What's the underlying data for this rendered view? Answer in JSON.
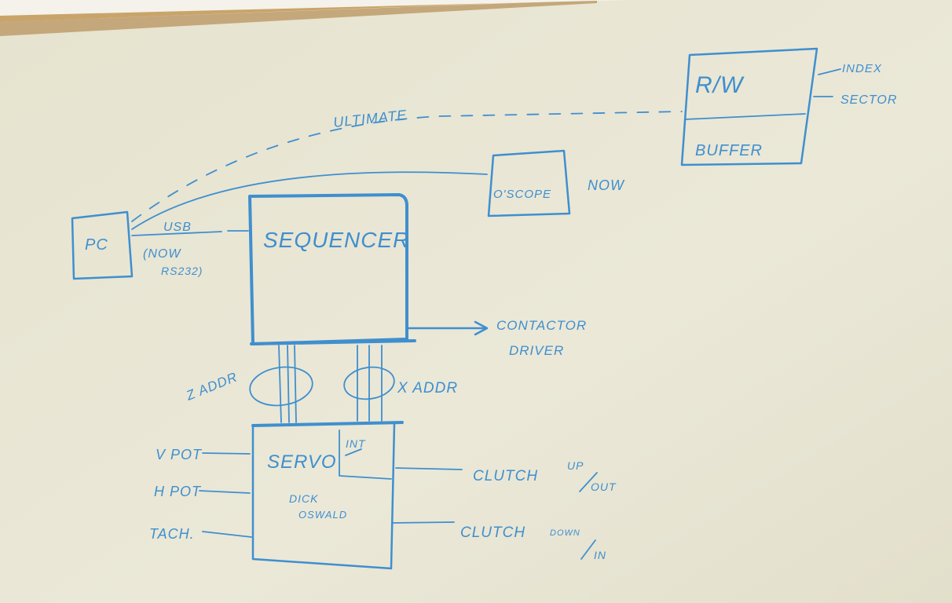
{
  "whiteboard": {
    "rw_box": {
      "top_label": "R/W",
      "bottom_label": "BUFFER",
      "inputs": [
        "INDEX",
        "SECTOR"
      ]
    },
    "ultimate_label": "ULTIMATE",
    "oscope": {
      "label": "O'SCOPE",
      "note": "NOW"
    },
    "pc": {
      "label": "PC"
    },
    "usb": {
      "label": "USB",
      "note_line1": "(NOW",
      "note_line2": "RS232)"
    },
    "sequencer": {
      "label": "SEQUENCER"
    },
    "contactor": {
      "line1": "CONTACTOR",
      "line2": "DRIVER"
    },
    "z_addr": "Z ADDR",
    "x_addr": "X ADDR",
    "servo": {
      "label": "SERVO",
      "int_label": "INT",
      "owner_line1": "DICK",
      "owner_line2": "OSWALD"
    },
    "servo_inputs": [
      "V POT",
      "H POT",
      "TACH."
    ],
    "clutch_up": {
      "label": "CLUTCH",
      "dir_top": "UP",
      "dir_bottom": "OUT"
    },
    "clutch_down": {
      "label": "CLUTCH",
      "dir_top": "DOWN",
      "dir_bottom": "IN"
    }
  }
}
